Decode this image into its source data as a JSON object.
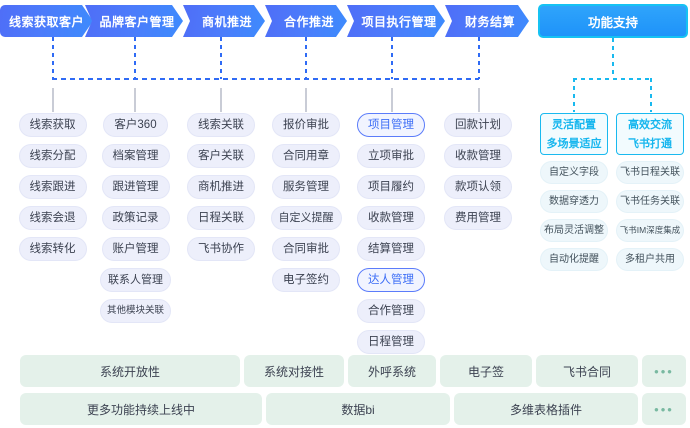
{
  "flow": {
    "tabs": [
      {
        "label": "线索获取客户"
      },
      {
        "label": "品牌客户管理"
      },
      {
        "label": "商机推进"
      },
      {
        "label": "合作推进"
      },
      {
        "label": "项目执行管理"
      },
      {
        "label": "财务结算"
      }
    ],
    "support_label": "功能支持"
  },
  "columns": [
    {
      "items": [
        {
          "label": "线索获取"
        },
        {
          "label": "线索分配"
        },
        {
          "label": "线索跟进"
        },
        {
          "label": "线索会退"
        },
        {
          "label": "线索转化"
        }
      ]
    },
    {
      "items": [
        {
          "label": "客户360"
        },
        {
          "label": "档案管理"
        },
        {
          "label": "跟进管理"
        },
        {
          "label": "政策记录"
        },
        {
          "label": "账户管理"
        },
        {
          "label": "联系人管理"
        },
        {
          "label": "其他模块关联"
        }
      ]
    },
    {
      "items": [
        {
          "label": "线索关联"
        },
        {
          "label": "客户关联"
        },
        {
          "label": "商机推进"
        },
        {
          "label": "日程关联"
        },
        {
          "label": "飞书协作"
        }
      ]
    },
    {
      "items": [
        {
          "label": "报价审批"
        },
        {
          "label": "合同用章"
        },
        {
          "label": "服务管理"
        },
        {
          "label": "自定义提醒"
        },
        {
          "label": "合同审批"
        },
        {
          "label": "电子签约"
        }
      ]
    },
    {
      "items": [
        {
          "label": "项目管理",
          "highlight": true
        },
        {
          "label": "立项审批"
        },
        {
          "label": "项目履约"
        },
        {
          "label": "收款管理"
        },
        {
          "label": "结算管理"
        },
        {
          "label": "达人管理",
          "highlight": true
        },
        {
          "label": "合作管理"
        },
        {
          "label": "日程管理"
        }
      ]
    },
    {
      "items": [
        {
          "label": "回款计划"
        },
        {
          "label": "收款管理"
        },
        {
          "label": "款项认领"
        },
        {
          "label": "费用管理"
        }
      ]
    }
  ],
  "support_groups": [
    {
      "head_line1": "灵活配置",
      "head_line2": "多场景适应",
      "items": [
        {
          "label": "自定义字段"
        },
        {
          "label": "数据穿透力"
        },
        {
          "label": "布局灵活调整"
        },
        {
          "label": "自动化提醒"
        }
      ]
    },
    {
      "head_line1": "高效交流",
      "head_line2": "飞书打通",
      "items": [
        {
          "label": "飞书日程关联"
        },
        {
          "label": "飞书任务关联"
        },
        {
          "label": "飞书IM深度集成",
          "tiny": true
        },
        {
          "label": "多租户共用"
        }
      ]
    }
  ],
  "bottom_rows": [
    {
      "cells": [
        {
          "label": "系统开放性"
        },
        {
          "label": "系统对接性"
        },
        {
          "label": "外呼系统"
        },
        {
          "label": "电子签"
        },
        {
          "label": "飞书合同"
        },
        {
          "label": "•••",
          "dots": true
        }
      ]
    },
    {
      "cells": [
        {
          "label": "更多功能持续上线中"
        },
        {
          "label": "数据bi"
        },
        {
          "label": "多维表格插件"
        },
        {
          "label": "•••",
          "dots": true
        }
      ]
    }
  ],
  "colors": {
    "tab_blue": "#4c7bfb",
    "support_cyan": "#16c2f3",
    "pill_fill": "#edeffb",
    "highlight_blue": "#3d6ef6",
    "bottom_green": "#e4f1ea"
  }
}
